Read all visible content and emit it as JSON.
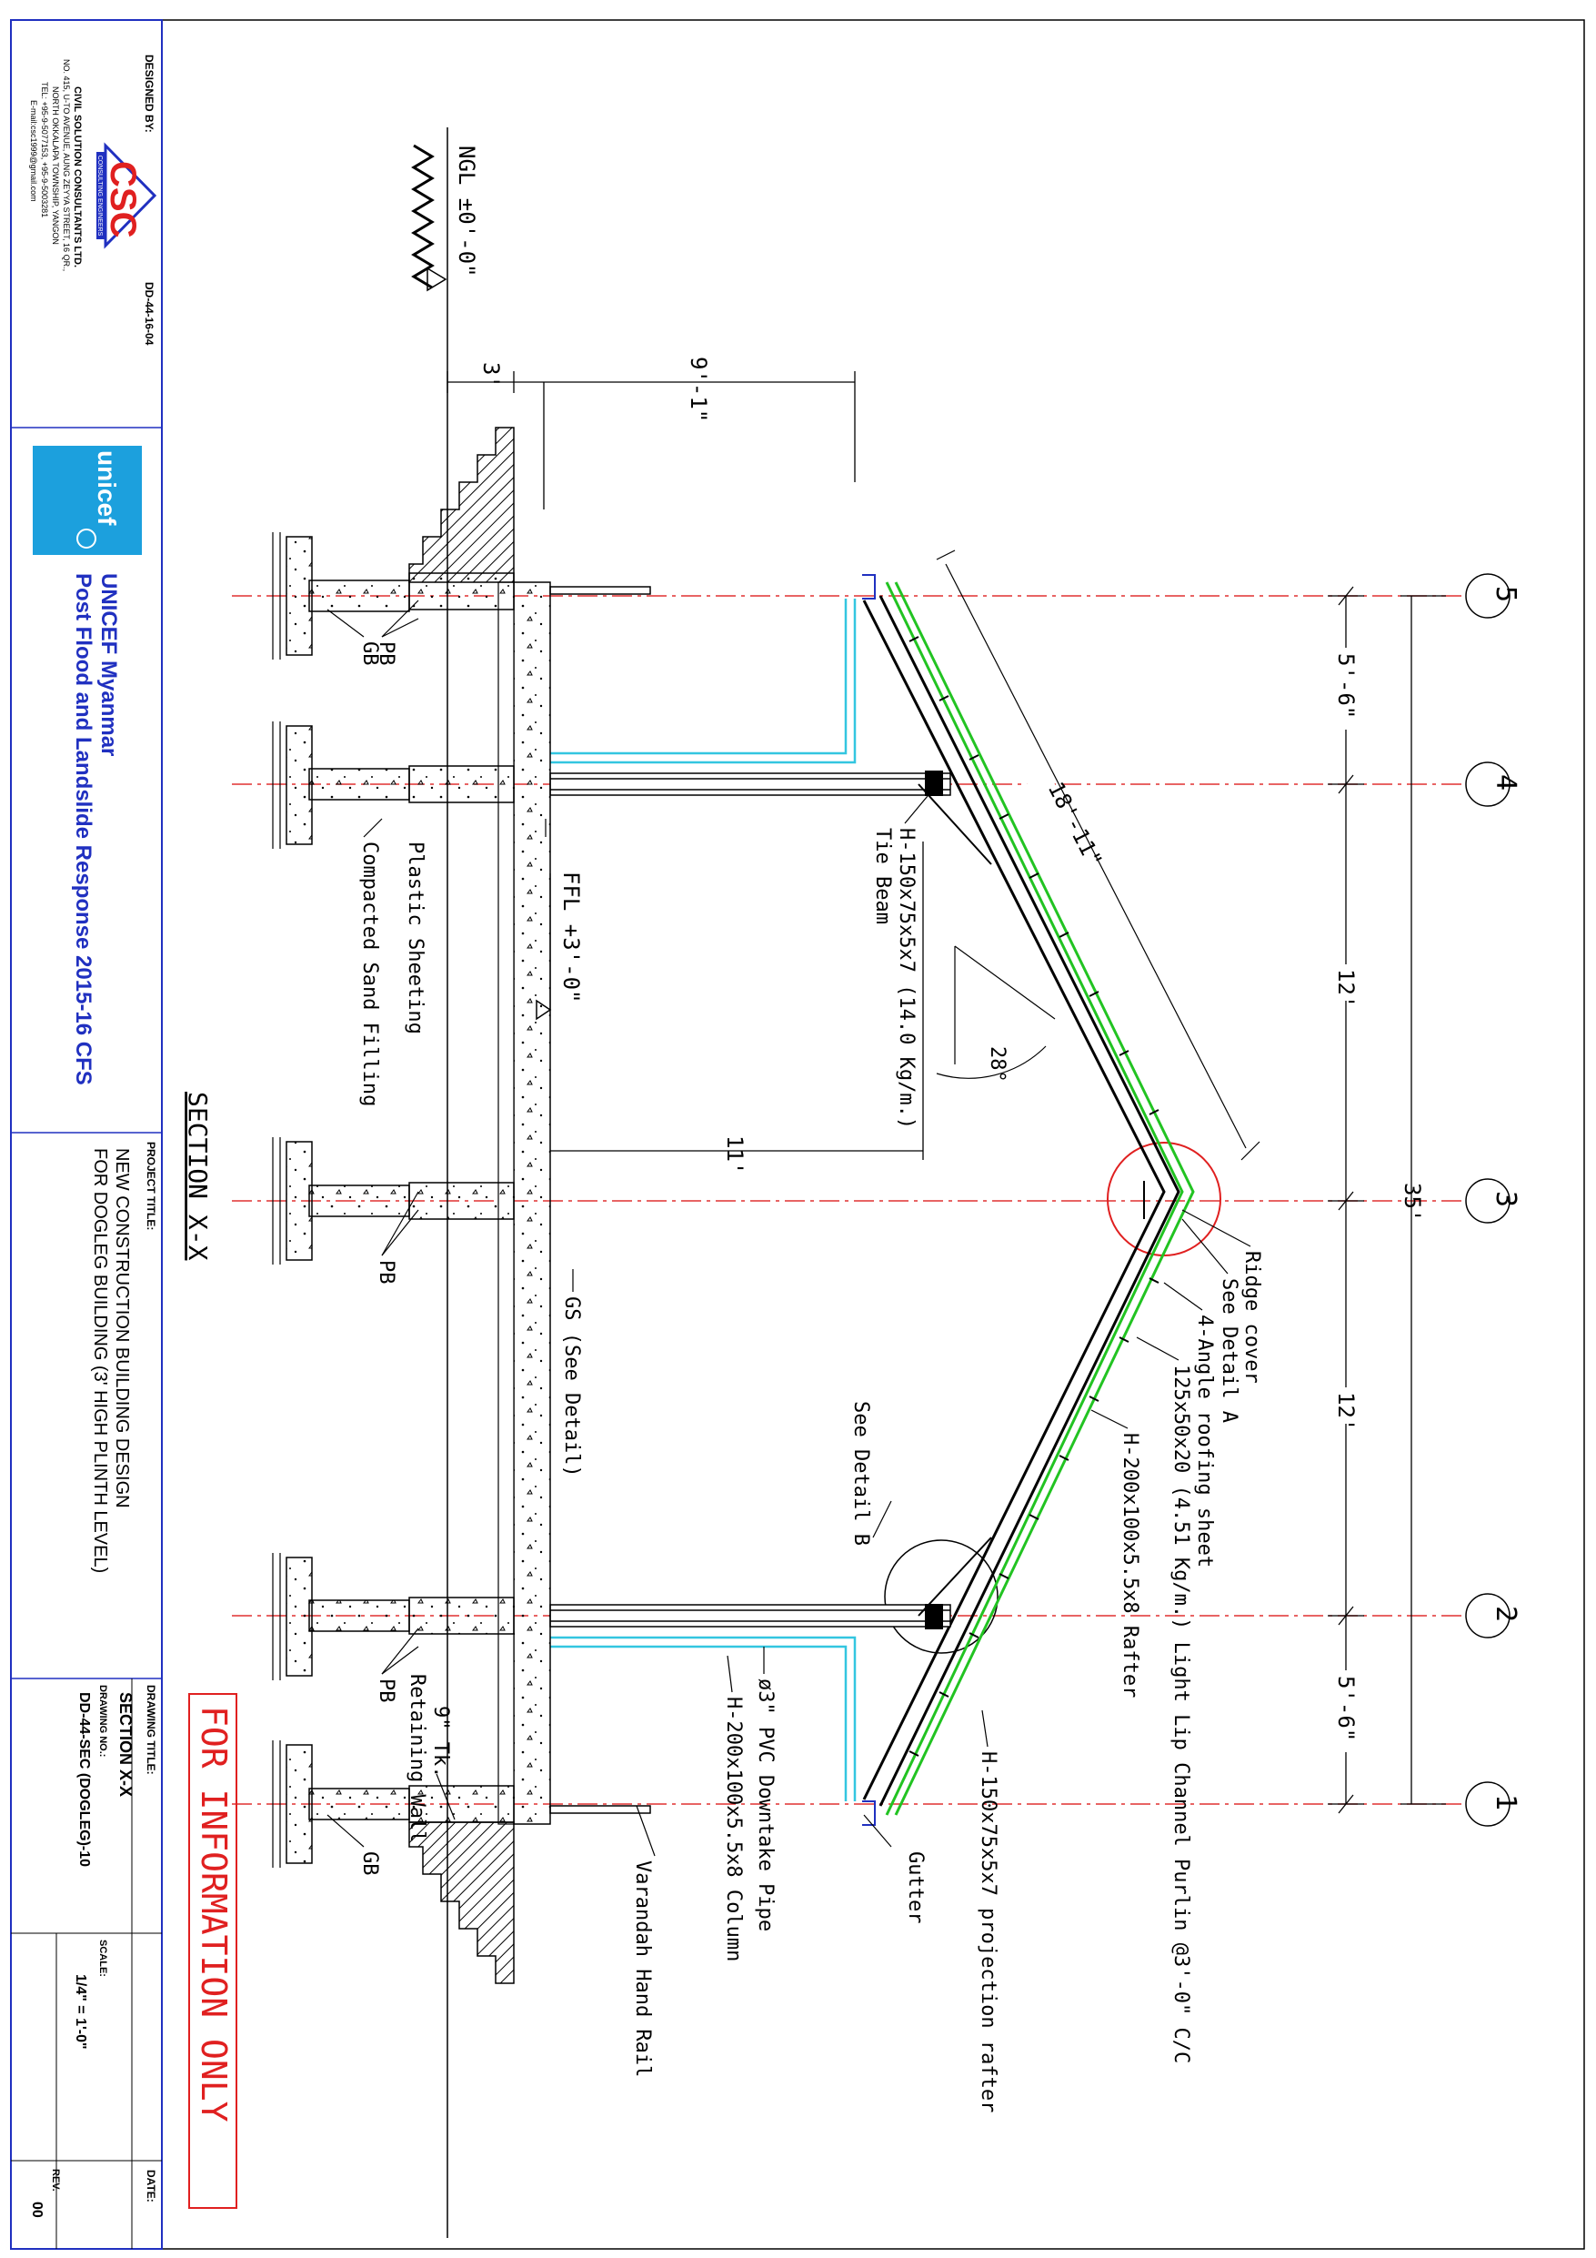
{
  "title_block": {
    "designed_by_label": "DESIGNED BY:",
    "drawing_ref": "DD-44-16-04",
    "company_logo_text": "CSC",
    "company_tagline": "CONSULTING ENGINEERS",
    "company_lines": [
      "CIVIL SOLUTION CONSULTANTS LTD.",
      "NO. 415, U-TO AVENUE, AUNG ZEYYA STREET, 16 QR.,",
      "NORTH OKKALAPA TOWNSHIP, YANGON",
      "TEL: +95-9-5077153, +95-9-5003281",
      "E-mail:csc1999@gmail.com"
    ],
    "client_logo_text": "unicef",
    "client_name": "UNICEF Myanmar",
    "client_program": "Post Flood and Landslide Response 2015-16 CFS",
    "project_title_label": "PROJECT TITLE:",
    "project_title_line1": "NEW CONSTRUCTION BUILDING DESIGN",
    "project_title_line2": "FOR DOGLEG BUILDING (3' HIGH PLINTH LEVEL)",
    "drawing_title_label": "DRAWING TITLE:",
    "drawing_title": "SECTION X-X",
    "drawing_no_label": "DRAWING NO.:",
    "drawing_no": "DD-44-SEC (DOGLEG)-10",
    "scale_label": "SCALE:",
    "scale": "1/4\" = 1'-0\"",
    "date_label": "DATE:",
    "rev_label": "REV.",
    "rev": "00"
  },
  "drawing": {
    "section_title": "SECTION  X-X",
    "stamp": "FOR INFORMATION ONLY",
    "grid_labels": [
      "5",
      "4",
      "3",
      "2",
      "1"
    ],
    "dims": {
      "d_5_6_top": "5'-6\"",
      "d_12_a": "12'",
      "d_12_b": "12'",
      "d_5_6_bot": "5'-6\"",
      "d_35": "35'",
      "d_rafter": "18'-11\"",
      "d_9_1": "9'-1\"",
      "d_3": "3'",
      "d_11": "11'",
      "d_angle": "28°"
    },
    "levels": {
      "ngl": "NGL ±0'-0\"",
      "ffl": "FFL +3'-0\""
    },
    "labels": {
      "ridge_cover": "Ridge cover",
      "see_detail_a": "See Detail A",
      "roofing_sheet": "4-Angle roofing sheet",
      "purlin": "125x50x20 (4.51 Kg/m.) Light Lip Channel Purlin @3'-0\" C/C",
      "rafter": "H-200x100x5.5x8 Rafter",
      "tie_beam_line1": "H-150x75x5x7 (14.0 Kg/m.)",
      "tie_beam_line2": "Tie Beam",
      "see_detail_b": "See Detail B",
      "projection_rafter": "H-150x75x5x7 projection rafter",
      "gutter": "Gutter",
      "downtake_pipe": "ø3\" PVC Downtake Pipe",
      "column": "H-200x100x5.5x8 Column",
      "hand_rail": "Varandah Hand Rail",
      "retaining_wall_line1": "9\" Tk.",
      "retaining_wall_line2": "Retaining Wall",
      "gs": "GS (See Detail)",
      "plastic_sheeting": "Plastic Sheeting",
      "sand_filling": "Compacted Sand Filling",
      "pb": "PB",
      "gb": "GB"
    },
    "colors": {
      "grid_line": "#e03030",
      "roof_sheet": "#22c322",
      "gutter": "#33c6e0",
      "stamp": "#e02020",
      "frame_blue": "#2030c0",
      "unicef_blue": "#1ca0dd"
    }
  }
}
